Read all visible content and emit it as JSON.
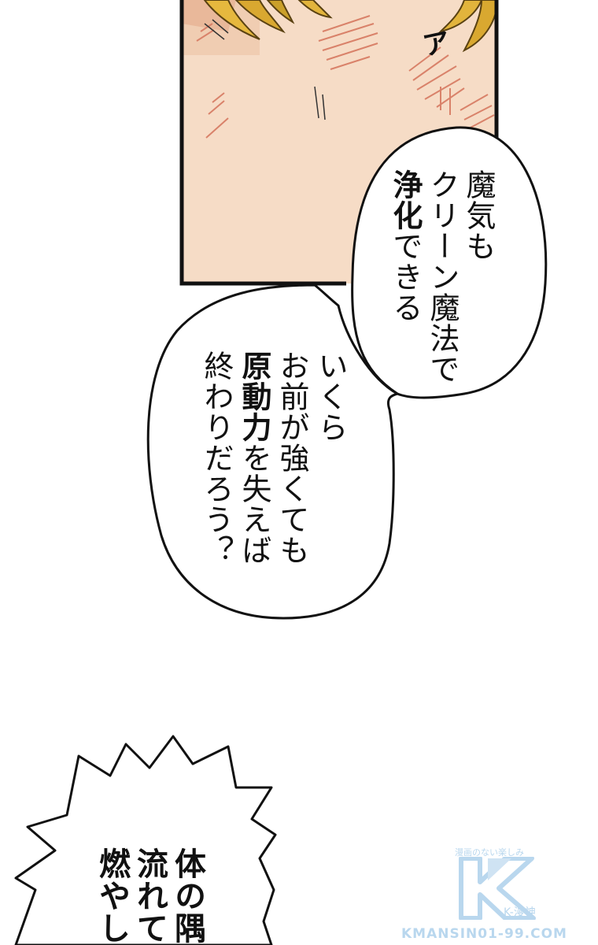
{
  "bubble1": {
    "columns": [
      {
        "text": "魔気も",
        "bold": false
      },
      {
        "text": "クリーン魔法で",
        "bold": false
      },
      {
        "text": "浄化",
        "bold": true,
        "rest": "できる"
      }
    ]
  },
  "bubble2": {
    "columns": [
      {
        "text": "いくら",
        "bold": false
      },
      {
        "text": "お前が強くても",
        "bold": false
      },
      {
        "text": "原動力",
        "bold": true,
        "rest": "を失えば"
      },
      {
        "text": "終わりだろう？",
        "bold": false
      }
    ]
  },
  "sfx": {
    "text": "ア"
  },
  "bottom_bubble": {
    "columns": [
      {
        "text": "体の隅"
      },
      {
        "text": "流れて"
      },
      {
        "text": "燃やし"
      }
    ]
  },
  "watermark": {
    "tagline": "漫画のない楽しみ",
    "logo": "K",
    "brand": "K-漫神",
    "url": "KMANSIN01-99.COM"
  },
  "colors": {
    "ink": "#111111",
    "skin": "#f2d3b8",
    "blush": "#d9826a",
    "hair": "#e2b43c",
    "hair_shade": "#8a6a1a",
    "watermark": "#b9d7ee"
  }
}
